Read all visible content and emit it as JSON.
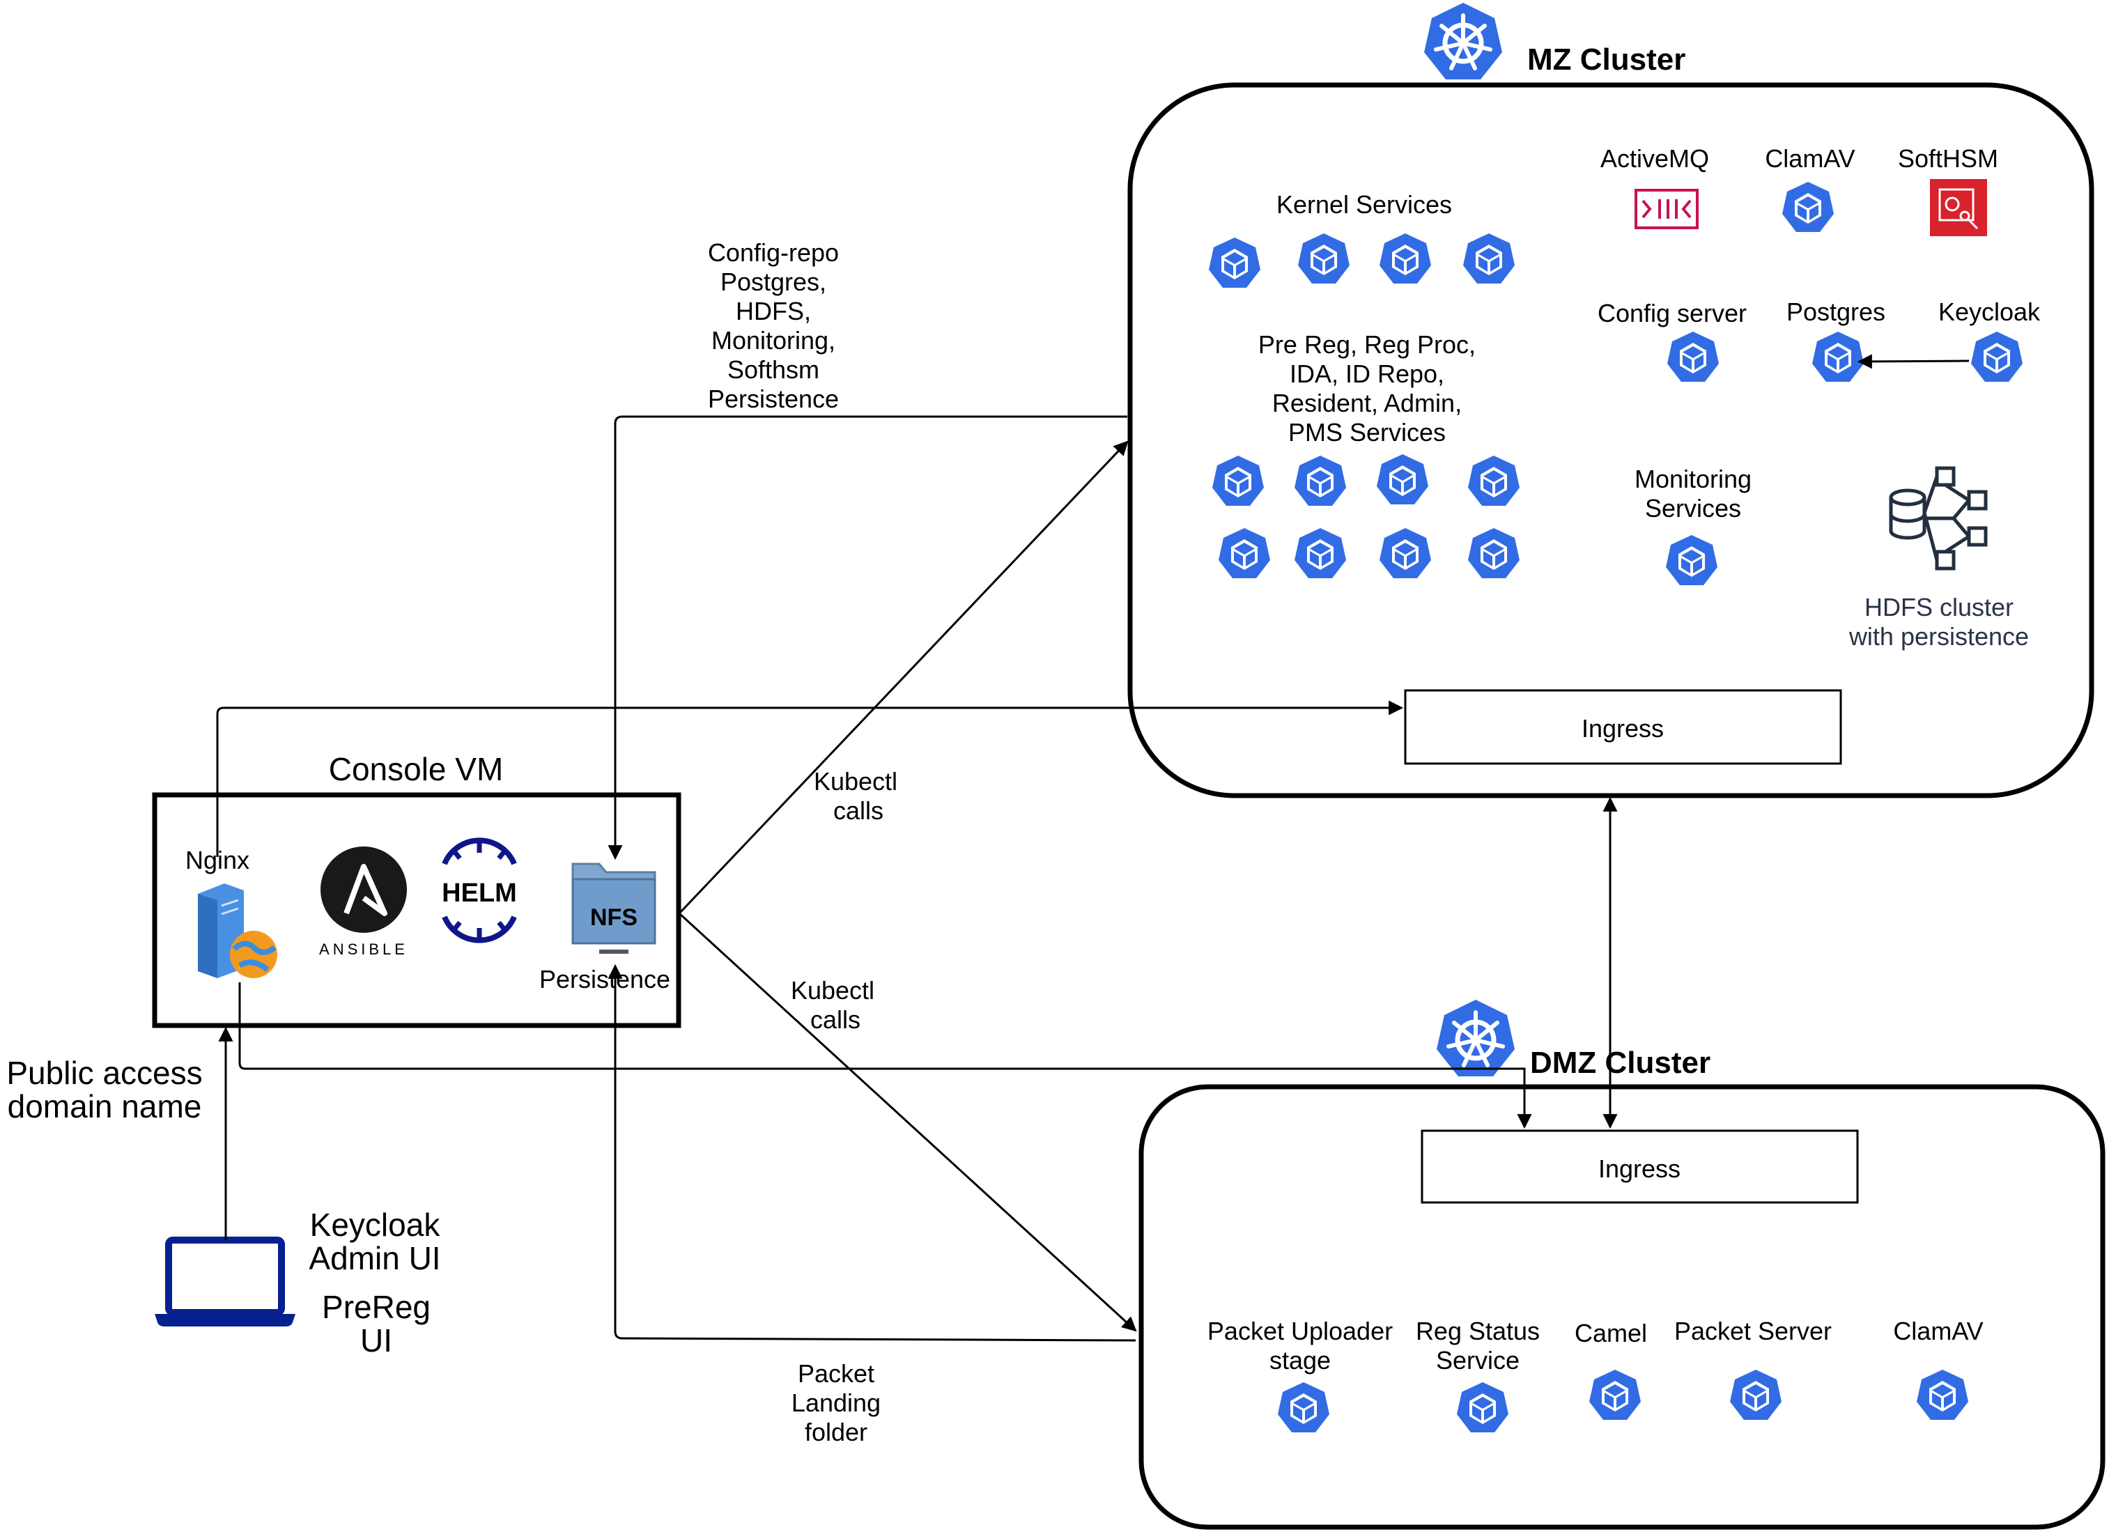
{
  "mz_cluster": {
    "title": "MZ Cluster",
    "kernel_services": "Kernel Services",
    "services_group": [
      "Pre Reg, Reg Proc,",
      "IDA, ID Repo,",
      "Resident, Admin,",
      "PMS Services"
    ],
    "activemq": "ActiveMQ",
    "clamav": "ClamAV",
    "softhsm": "SoftHSM",
    "config_server": "Config server",
    "postgres": "Postgres",
    "keycloak": "Keycloak",
    "monitoring": [
      "Monitoring",
      "Services"
    ],
    "hdfs": [
      "HDFS cluster",
      "with persistence"
    ],
    "ingress": "Ingress"
  },
  "dmz_cluster": {
    "title": "DMZ Cluster",
    "ingress": "Ingress",
    "packet_uploader": [
      "Packet Uploader",
      "stage"
    ],
    "reg_status": [
      "Reg Status",
      "Service"
    ],
    "camel": "Camel",
    "packet_server": "Packet Server",
    "clamav": "ClamAV"
  },
  "console_vm": {
    "title": "Console VM",
    "nginx": "Nginx",
    "ansible": "ANSIBLE",
    "helm": "HELM",
    "nfs": "NFS",
    "persistence": "Persistence"
  },
  "edges": {
    "persistence_note": [
      "Config-repo",
      "Postgres,",
      "HDFS,",
      "Monitoring,",
      "Softhsm",
      "Persistence"
    ],
    "kubectl_mz": [
      "Kubectl",
      "calls"
    ],
    "kubectl_dmz": [
      "Kubectl",
      "calls"
    ],
    "packet_landing": [
      "Packet",
      "Landing",
      "folder"
    ],
    "public_access": [
      "Public access",
      "domain name"
    ]
  },
  "client": {
    "keycloak_ui": [
      "Keycloak",
      "Admin UI"
    ],
    "prereg_ui": [
      "PreReg",
      "UI"
    ]
  },
  "colors": {
    "k8s_blue": "#326ce5",
    "activemq_red": "#c7134f",
    "softhsm_red": "#d8222c",
    "laptop_blue": "#06218f",
    "helm_navy": "#0f1689"
  }
}
